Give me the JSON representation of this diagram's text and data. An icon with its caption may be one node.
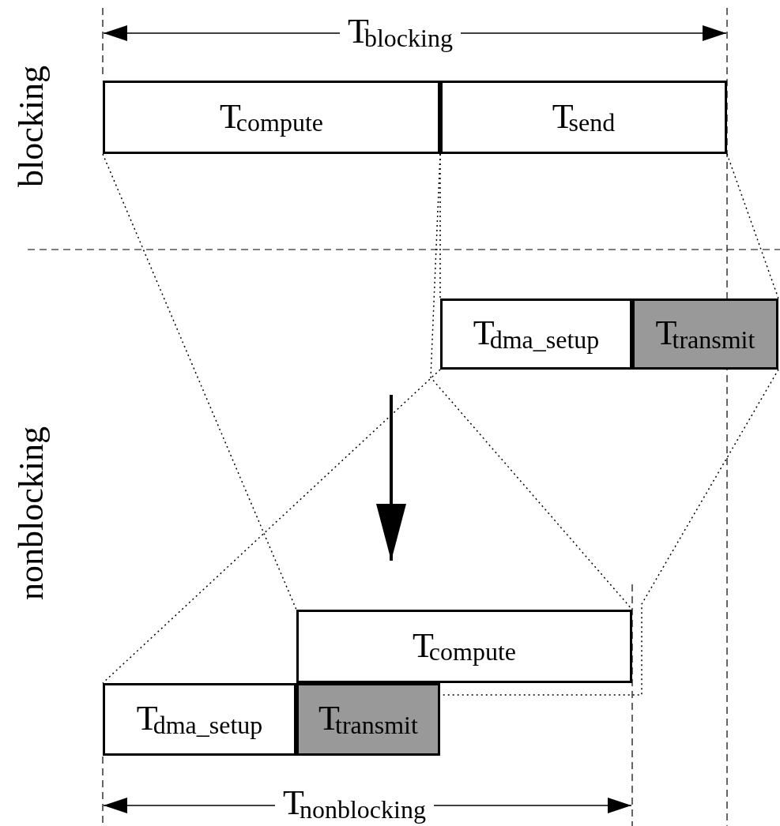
{
  "diagram": {
    "nodes": [
      {
        "text": [
          "T$_{compute}$"
        ]
      },
      {
        "text": [
          "T$_{send}$"
        ]
      },
      {
        "text": [
          "T$_{dma_setup}$"
        ]
      },
      {
        "text": [
          "T$_{transmit}$"
        ]
      },
      {
        "text": [
          "T$_{compute}$"
        ]
      },
      {
        "text": [
          "T$_{dma_setup}$"
        ]
      },
      {
        "text": [
          "T$_{transmit}$"
        ]
      }
    ],
    "edges": [
      {
        "from": 0,
        "to": 4,
        "arrow": "none",
        "style": "dashed"
      },
      {
        "from": 0,
        "to": 4,
        "arrow": "none",
        "style": "dashed"
      },
      {
        "from": 1,
        "to": 2,
        "arrow": "none",
        "style": "dashed"
      },
      {
        "from": 1,
        "to": 3,
        "arrow": "none",
        "style": "dashed"
      },
      {
        "from": 2,
        "to": 5,
        "arrow": "none",
        "style": "dashed"
      },
      {
        "from": 3,
        "to": 6,
        "arrow": "none",
        "style": "dashed"
      }
    ],
    "labels": [
      "T$_{blocking}$",
      "blocking",
      "nonblocking",
      "T$_{nonblocking}$"
    ]
  }
}
